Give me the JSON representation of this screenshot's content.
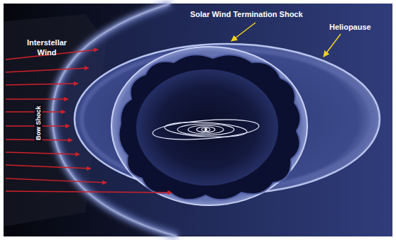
{
  "diagram": {
    "labels": [
      "Interstellar Wind",
      "Solar Wind Termination Shock",
      "Heliopause",
      "Bow Shock"
    ]
  }
}
